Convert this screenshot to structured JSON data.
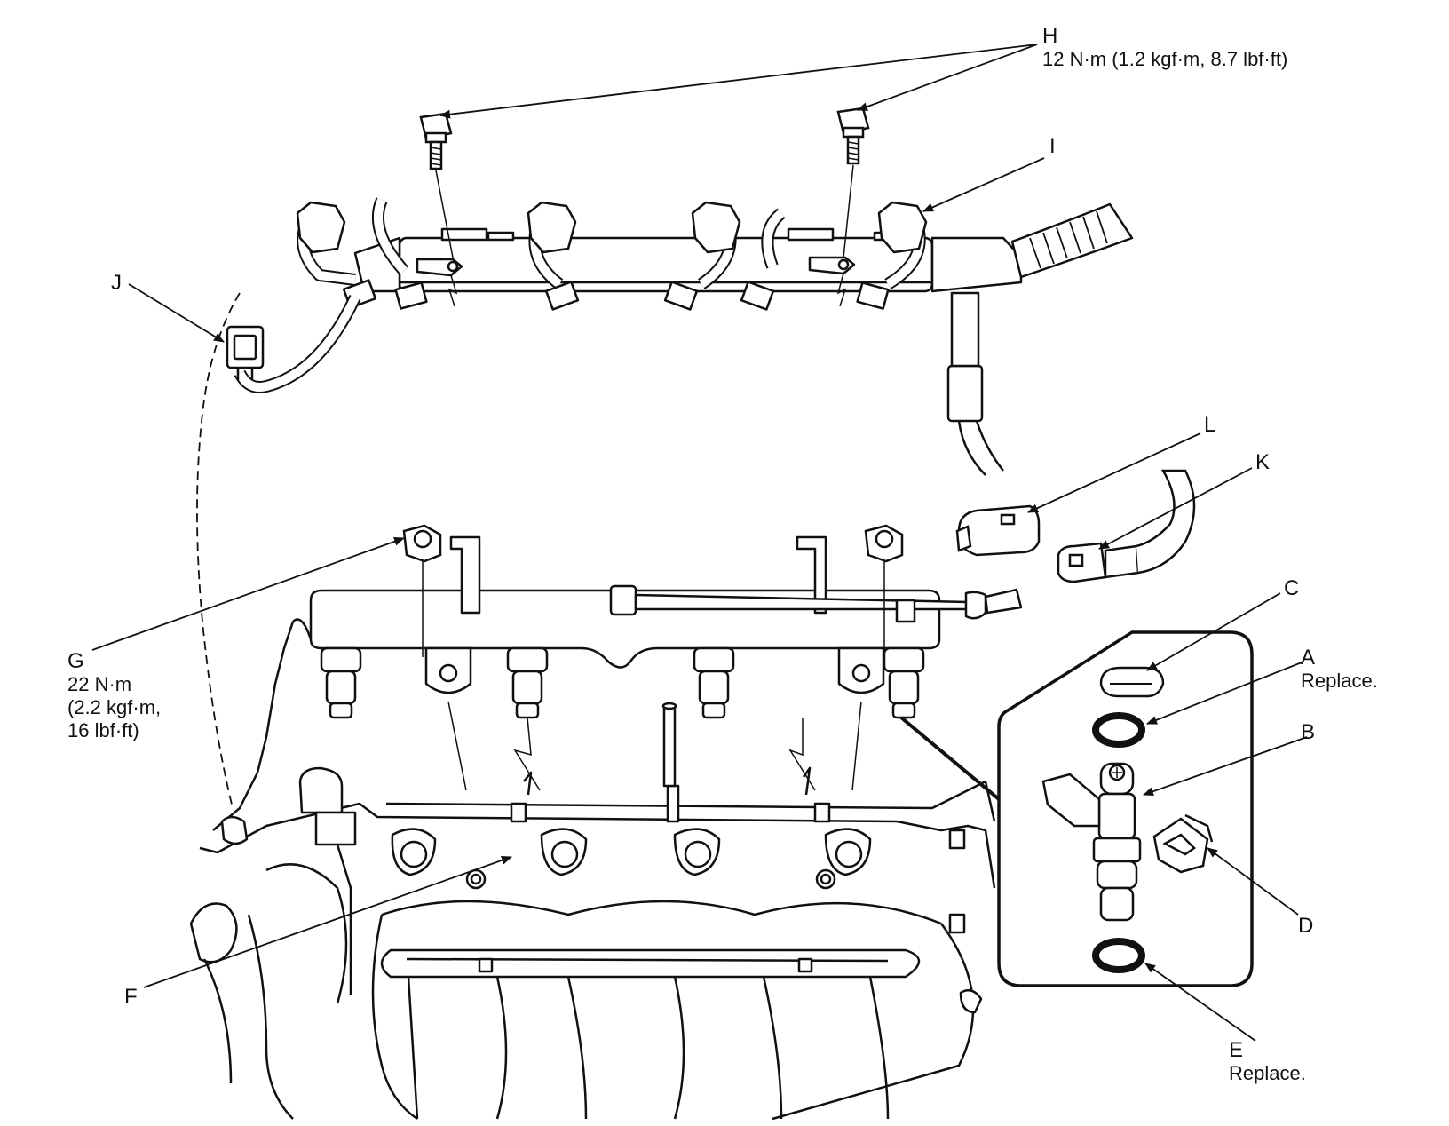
{
  "callouts": {
    "A": {
      "letter": "A",
      "note": "Replace."
    },
    "B": {
      "letter": "B"
    },
    "C": {
      "letter": "C"
    },
    "D": {
      "letter": "D"
    },
    "E": {
      "letter": "E",
      "note": "Replace."
    },
    "F": {
      "letter": "F"
    },
    "G": {
      "letter": "G",
      "torque": [
        "22 N·m",
        "(2.2 kgf·m,",
        "16 lbf·ft)"
      ]
    },
    "H": {
      "letter": "H",
      "torque": "12 N·m (1.2 kgf·m, 8.7 lbf·ft)"
    },
    "I": {
      "letter": "I"
    },
    "J": {
      "letter": "J"
    },
    "K": {
      "letter": "K"
    },
    "L": {
      "letter": "L"
    }
  },
  "colors": {
    "line": "#111111",
    "background": "#ffffff"
  }
}
